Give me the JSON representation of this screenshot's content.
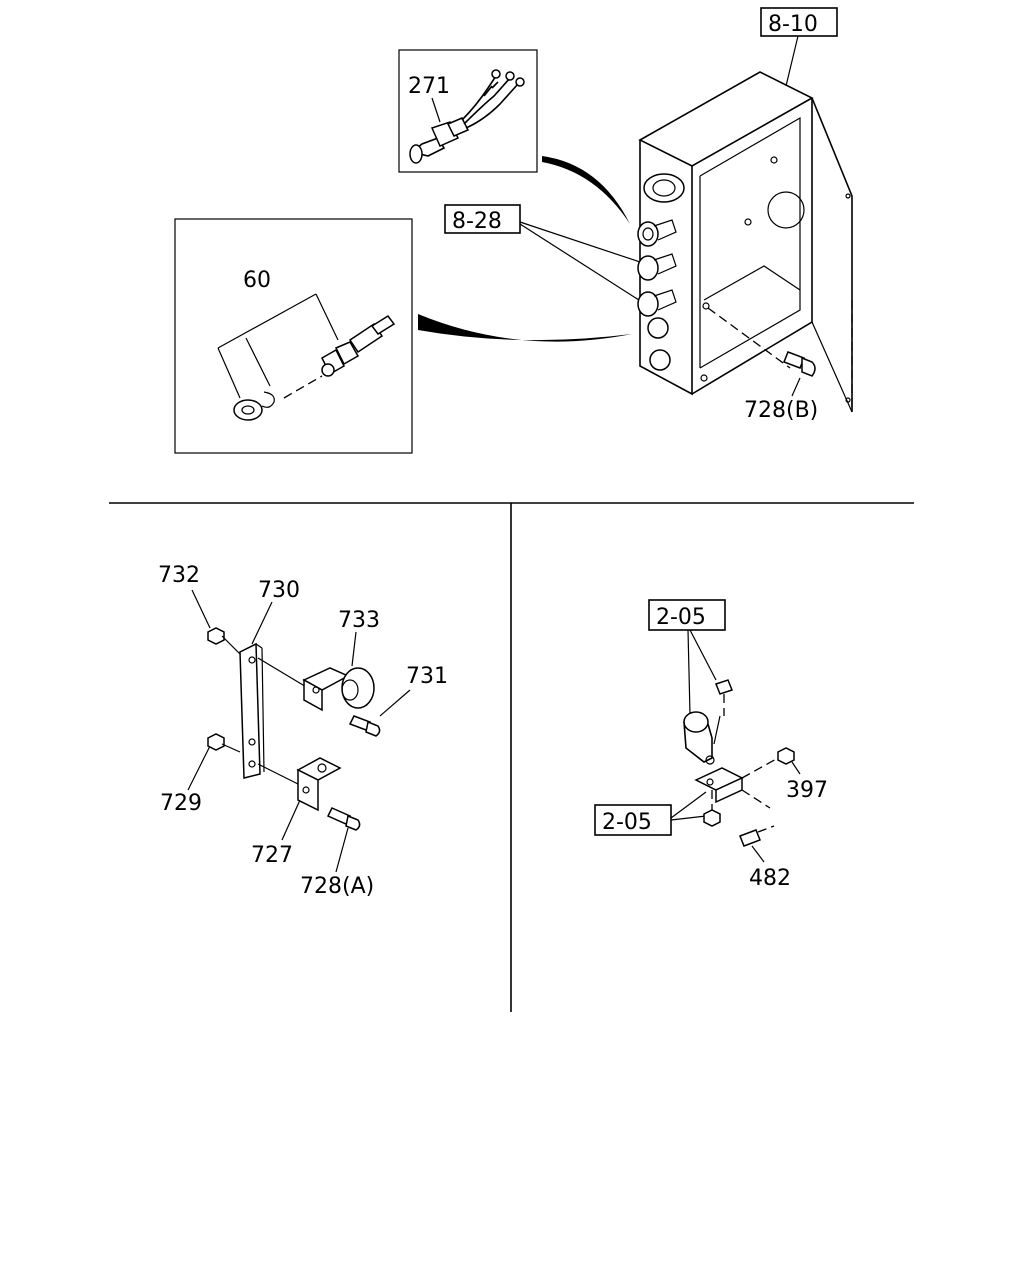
{
  "labels": {
    "ref_8_10": "8-10",
    "ref_8_28": "8-28",
    "part_271": "271",
    "part_60": "60",
    "part_728b": "728(B)",
    "part_732": "732",
    "part_730": "730",
    "part_733": "733",
    "part_731": "731",
    "part_729": "729",
    "part_727": "727",
    "part_728a": "728(A)",
    "ref_2_05_top": "2-05",
    "ref_2_05_bottom": "2-05",
    "part_397": "397",
    "part_482": "482"
  },
  "icons": [
    "switch-harness-icon",
    "sensor-switch-icon",
    "junction-box-icon",
    "clamp-bracket-icon",
    "pipe-bracket-icon"
  ]
}
